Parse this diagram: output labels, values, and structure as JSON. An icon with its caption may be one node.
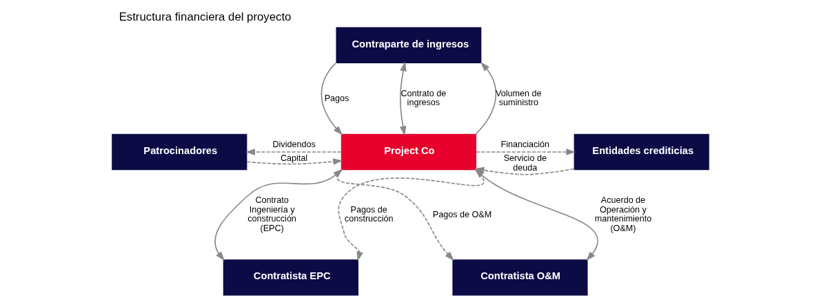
{
  "diagram": {
    "title": "Estructura financiera del proyecto",
    "nodes": [
      {
        "text": [
          "Contraparte de ingresos"
        ]
      },
      {
        "text": [
          "Patrocinadores"
        ]
      },
      {
        "text": [
          "Project Co"
        ]
      },
      {
        "text": [
          "Entidades crediticias"
        ]
      },
      {
        "text": [
          "Contratista EPC"
        ]
      },
      {
        "text": [
          "Contratista O&M"
        ]
      }
    ],
    "edges": [
      {
        "from": 0,
        "to": 2,
        "arrow": "to",
        "label": "Pagos"
      },
      {
        "from": 0,
        "to": 2,
        "arrow": "both",
        "label": "Contrato de ingresos"
      },
      {
        "from": 2,
        "to": 0,
        "arrow": "to",
        "label": "Volumen de suministro"
      },
      {
        "from": 2,
        "to": 1,
        "arrow": "to",
        "label": "Dividendos",
        "style": "dashed"
      },
      {
        "from": 1,
        "to": 2,
        "arrow": "to",
        "label": "Capital",
        "style": "dashed"
      },
      {
        "from": 3,
        "to": 2,
        "arrow": "to",
        "label": "Servicio de deuda",
        "style": "dashed"
      },
      {
        "from": 2,
        "to": 3,
        "arrow": "to",
        "label": "Financiación",
        "style": "dashed"
      },
      {
        "from": 2,
        "to": 4,
        "arrow": "both",
        "label": "Contrato Ingeniería y construcción (EPC)"
      },
      {
        "from": 2,
        "to": 4,
        "arrow": "to",
        "label": "Pagos de construcción",
        "style": "dashed"
      },
      {
        "from": 2,
        "to": 5,
        "arrow": "to",
        "label": "Pagos de O&M",
        "style": "dashed"
      },
      {
        "from": 2,
        "to": 5,
        "arrow": "both",
        "label": "Acuerdo de Operación y mantenimiento (O&M)"
      }
    ]
  }
}
